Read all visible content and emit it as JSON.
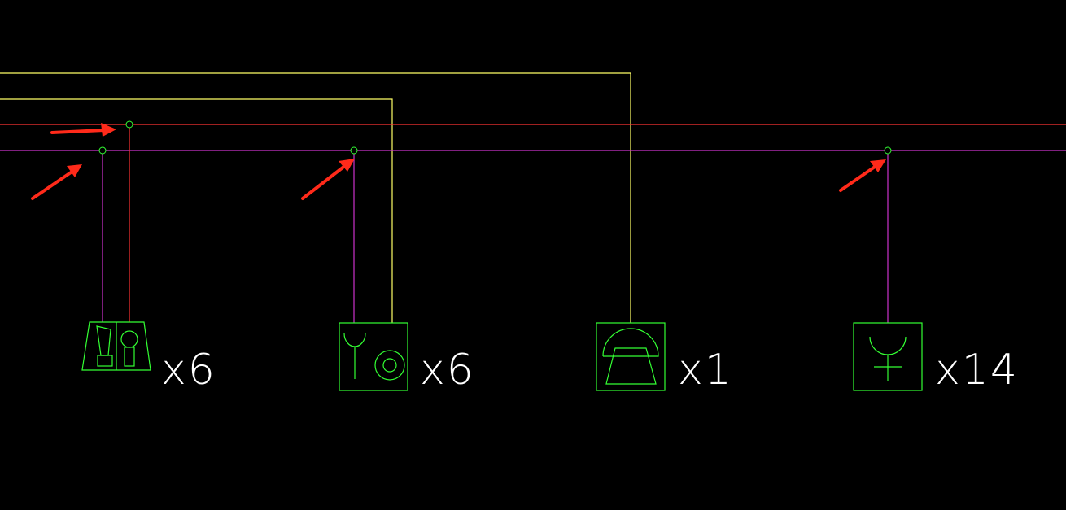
{
  "colors": {
    "background": "#000000",
    "yellow_wire": "#ffff66",
    "red_wire": "#ff3333",
    "magenta_wire": "#cc33cc",
    "symbol_green": "#33ff33",
    "arrow_red": "#ff2a1a",
    "label_white": "#ffffff"
  },
  "symbols": [
    {
      "icon": "loudspeaker-microphone-symbol-icon",
      "quantity_label": "x6"
    },
    {
      "icon": "headphone-jack-symbol-icon",
      "quantity_label": "x6"
    },
    {
      "icon": "telephone-symbol-icon",
      "quantity_label": "x1"
    },
    {
      "icon": "headphone-outlet-symbol-icon",
      "quantity_label": "x14"
    }
  ],
  "markers": [
    {
      "icon": "red-arrow-icon",
      "target": "red-line-junction"
    },
    {
      "icon": "red-arrow-icon",
      "target": "magenta-junction-1"
    },
    {
      "icon": "red-arrow-icon",
      "target": "magenta-junction-2"
    },
    {
      "icon": "red-arrow-icon",
      "target": "magenta-junction-3"
    }
  ]
}
